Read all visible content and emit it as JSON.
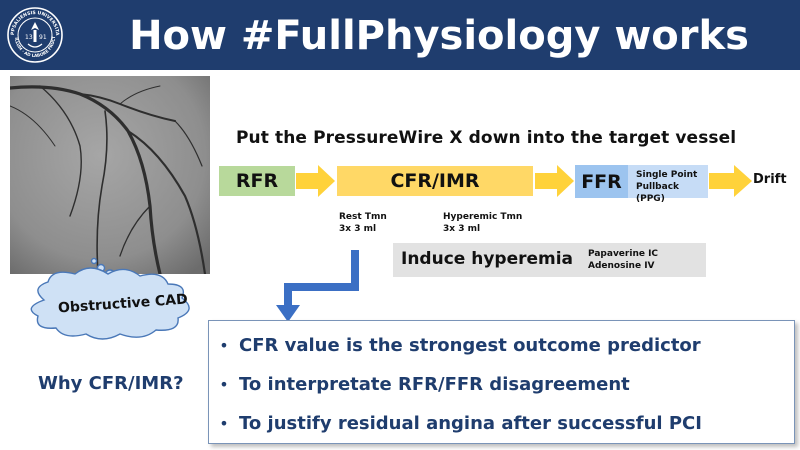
{
  "header": {
    "title": "How #FullPhysiology works",
    "seal": {
      "ring_text_top": "UPPSALIENSIS UNIVERSITAS",
      "ring_text_bottom": "SIGILLUM · AD LABORE FRUCTUS",
      "year_left": "13",
      "year_right": "91"
    }
  },
  "instruction": "Put the PressureWire X down into the target vessel",
  "workflow": {
    "rfr": "RFR",
    "cfr_imr": "CFR/IMR",
    "ffr": "FFR",
    "ppg_line1": "Single Point",
    "ppg_line2": "Pullback (PPG)",
    "drift": "Drift"
  },
  "cfr_details": {
    "rest_line1": "Rest Tmn",
    "rest_line2": "3x 3 ml",
    "hyper_line1": "Hyperemic Tmn",
    "hyper_line2": "3x 3 ml"
  },
  "hyperemia": {
    "label": "Induce hyperemia",
    "agent1": "Papaverine IC",
    "agent2": "Adenosine IV"
  },
  "callout": "Obstructive CAD",
  "why_label": "Why CFR/IMR?",
  "reasons": [
    "CFR value is the strongest outcome predictor",
    "To interpretate RFR/FFR disagreement",
    "To justify residual angina after successful PCI"
  ],
  "colors": {
    "header_bg": "#1f3d6e",
    "rfr": "#b8d99b",
    "cfr": "#ffd866",
    "ffr": "#9cc4ef",
    "ppg": "#c6dcf6",
    "arrow_yellow": "#ffd23a",
    "arrow_blue": "#3b6fc4",
    "cloud": "#cfe1f5",
    "text_blue": "#1f3d6e"
  }
}
